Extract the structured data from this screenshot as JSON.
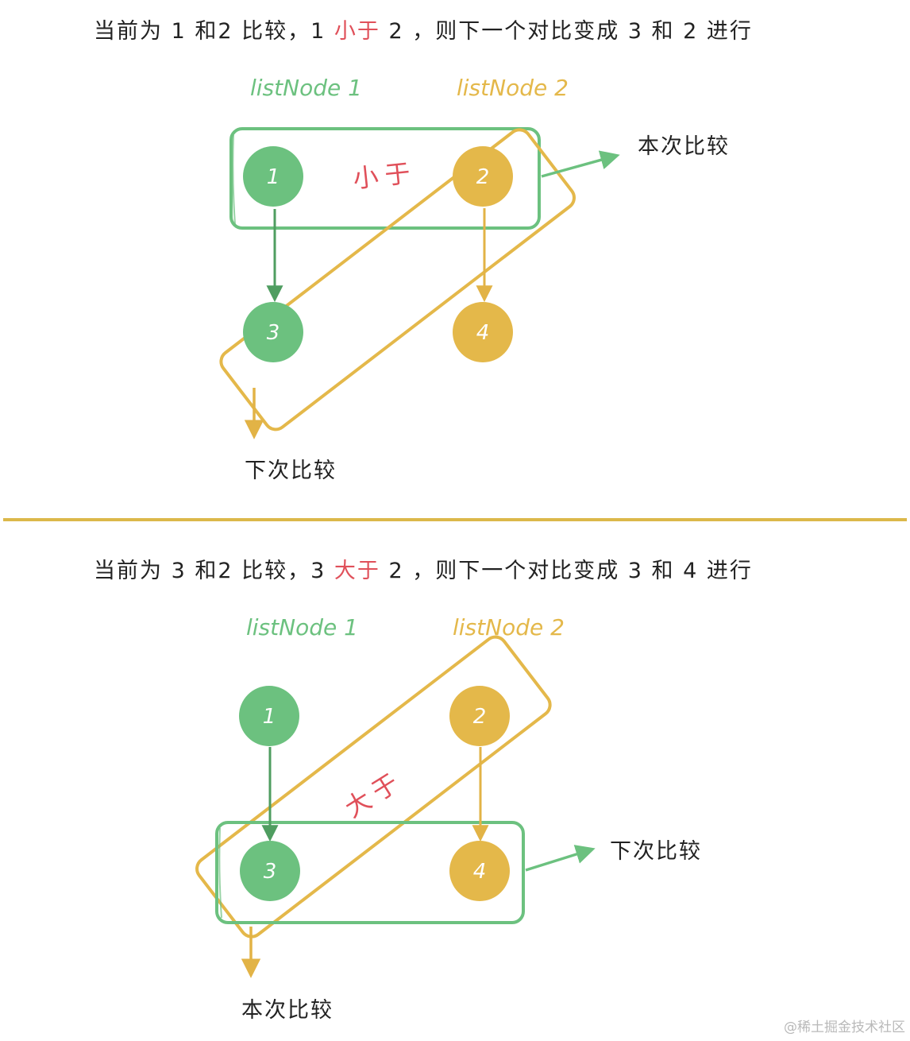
{
  "colors": {
    "green": "#6cc17f",
    "green_stroke": "#5fbd77",
    "green_arrow": "#4f9d60",
    "gold": "#e4b84a",
    "gold_stroke": "#e2b346",
    "red": "#e0505a",
    "divider": "#dcb84a"
  },
  "panel1": {
    "caption": {
      "before": "当前为 1 和2 比较，1 ",
      "relation": "小于",
      "after": " 2 ，则下一个对比变成 3 和 2 进行"
    },
    "list1_label": "listNode 1",
    "list2_label": "listNode 2",
    "nodes": {
      "a": "1",
      "b": "2",
      "c": "3",
      "d": "4"
    },
    "relation_label": "小于",
    "current_label": "本次比较",
    "next_label": "下次比较"
  },
  "panel2": {
    "caption": {
      "before": "当前为 3 和2 比较，3 ",
      "relation": "大于",
      "after": " 2 ，则下一个对比变成 3 和 4 进行"
    },
    "list1_label": "listNode 1",
    "list2_label": "listNode 2",
    "nodes": {
      "a": "1",
      "b": "2",
      "c": "3",
      "d": "4"
    },
    "relation_label": "大于",
    "next_label": "下次比较",
    "current_label": "本次比较"
  },
  "watermark": "@稀土掘金技术社区"
}
